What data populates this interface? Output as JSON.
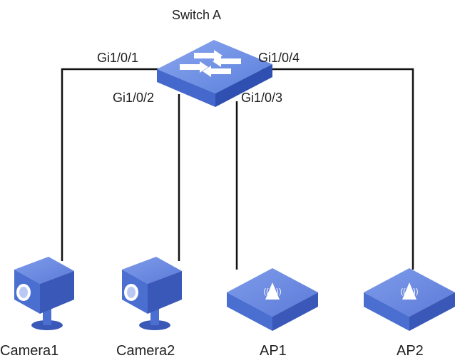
{
  "diagram": {
    "switch": {
      "name": "Switch A"
    },
    "ports": [
      {
        "id": "p1",
        "label": "Gi1/0/1"
      },
      {
        "id": "p2",
        "label": "Gi1/0/2"
      },
      {
        "id": "p3",
        "label": "Gi1/0/3"
      },
      {
        "id": "p4",
        "label": "Gi1/0/4"
      }
    ],
    "devices": [
      {
        "id": "camera1",
        "label": "Camera1",
        "type": "camera",
        "port": "Gi1/0/1"
      },
      {
        "id": "camera2",
        "label": "Camera2",
        "type": "camera",
        "port": "Gi1/0/2"
      },
      {
        "id": "ap1",
        "label": "AP1",
        "type": "access-point",
        "port": "Gi1/0/3"
      },
      {
        "id": "ap2",
        "label": "AP2",
        "type": "access-point",
        "port": "Gi1/0/4"
      }
    ],
    "colors": {
      "device_top": "#6f8fe0",
      "device_front": "#4a6fd0",
      "device_side": "#3a58b8",
      "link": "#111111",
      "text": "#1f1f1f"
    }
  }
}
